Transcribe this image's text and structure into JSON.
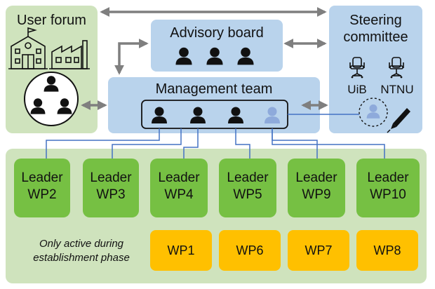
{
  "user_forum": {
    "title": "User forum"
  },
  "advisory_board": {
    "title": "Advisory board"
  },
  "steering_committee": {
    "title_line1": "Steering",
    "title_line2": "committee",
    "members": [
      "UiB",
      "NTNU"
    ]
  },
  "management_team": {
    "title": "Management team"
  },
  "leaders": [
    {
      "line1": "Leader",
      "line2": "WP2"
    },
    {
      "line1": "Leader",
      "line2": "WP3"
    },
    {
      "line1": "Leader",
      "line2": "WP4"
    },
    {
      "line1": "Leader",
      "line2": "WP5"
    },
    {
      "line1": "Leader",
      "line2": "WP9"
    },
    {
      "line1": "Leader",
      "line2": "WP10"
    }
  ],
  "establishment": {
    "note_line1": "Only active during",
    "note_line2": "establishment phase",
    "work_packages": [
      "WP1",
      "WP6",
      "WP7",
      "WP8"
    ]
  },
  "colors": {
    "green_panel": "#cfe3bd",
    "blue_panel": "#b9d3ec",
    "leader": "#76c043",
    "wp": "#ffc000",
    "arrow": "#7f7f7f",
    "line": "#4472c4"
  }
}
